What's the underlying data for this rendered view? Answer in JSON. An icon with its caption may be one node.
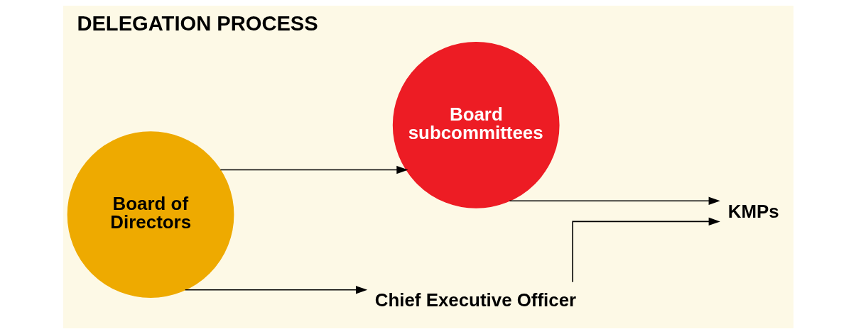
{
  "diagram": {
    "title": "DELEGATION PROCESS",
    "nodes": [
      {
        "text": [
          "Board of Directors"
        ]
      },
      {
        "text": [
          "Board subcommittees"
        ]
      },
      {
        "text": [
          "Chief Executive Officer"
        ]
      },
      {
        "text": [
          "KMPs"
        ]
      }
    ],
    "edges": [
      {
        "from": 0,
        "to": 1,
        "arrow": "to"
      },
      {
        "from": 1,
        "to": 3,
        "arrow": "to"
      },
      {
        "from": 0,
        "to": 2,
        "arrow": "to"
      },
      {
        "from": 2,
        "to": 3,
        "arrow": "to"
      }
    ]
  }
}
